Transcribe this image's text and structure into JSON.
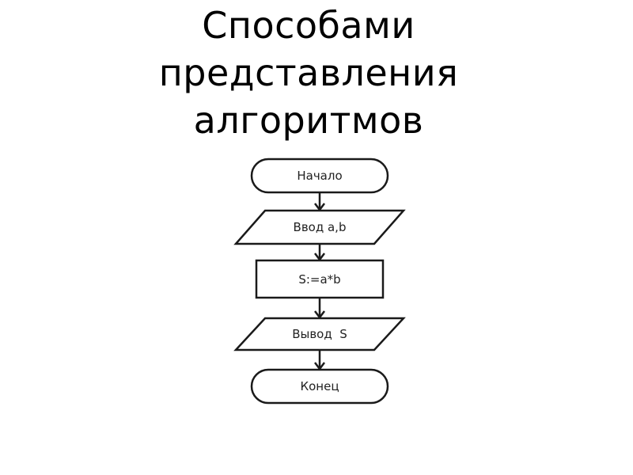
{
  "title": {
    "lines": [
      "Способами",
      "представления",
      "алгоритмов"
    ]
  },
  "flowchart": {
    "line_color": "#1a1a1a",
    "text_color": "#222222",
    "steps": [
      {
        "shape": "terminator",
        "text": "Начало"
      },
      {
        "shape": "data",
        "text": "Ввод a,b"
      },
      {
        "shape": "process",
        "text": "S:=a*b"
      },
      {
        "shape": "data",
        "text": "Вывод  S"
      },
      {
        "shape": "terminator",
        "text": "Конец"
      }
    ]
  }
}
